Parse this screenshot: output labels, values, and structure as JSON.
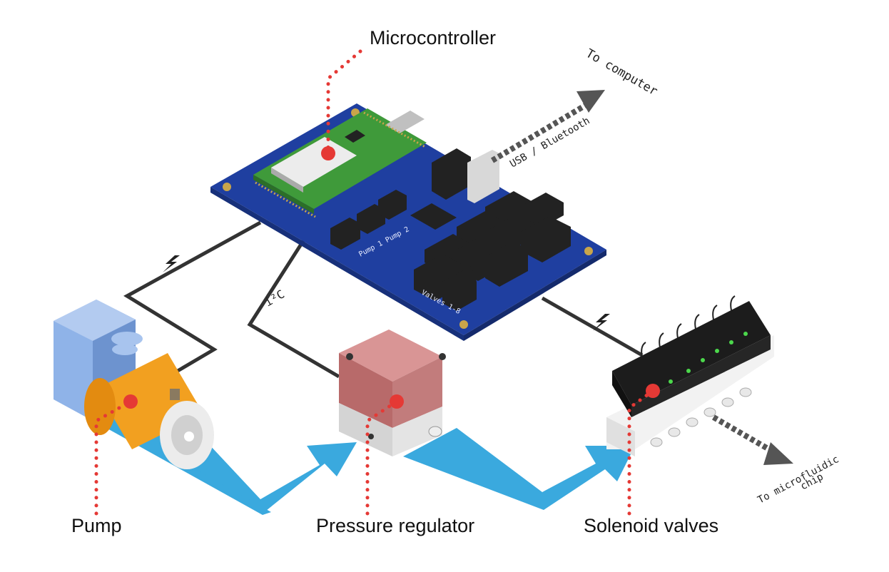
{
  "labels": {
    "microcontroller": "Microcontroller",
    "pump": "Pump",
    "pressure_regulator": "Pressure regulator",
    "solenoid_valves": "Solenoid valves",
    "to_computer": "To computer",
    "usb_bluetooth": "USB / Bluetooth",
    "to_microfluidic": "To microfluidic",
    "chip": "chip",
    "i2c": "i²C"
  },
  "pcb_silkscreen": {
    "pump_labels": "Pump 1  Pump 2",
    "valves": "Valves 1-8"
  },
  "icons": [
    "lightning-bolt-icon",
    "lightning-bolt-icon"
  ],
  "colors": {
    "flow_arrow": "#3aa9de",
    "callout_dots": "#e53935",
    "pcb": "#1f3fa0",
    "mcu_board": "#3f9a3a",
    "pump_motor": "#f2a020",
    "pump_head": "#8fb3e8",
    "regulator": "#c57878",
    "valves": "#1c1c1c",
    "wires": "#333333"
  }
}
